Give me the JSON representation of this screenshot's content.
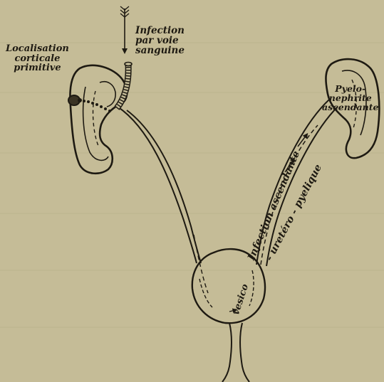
{
  "labels": {
    "left_kidney": [
      "Localisation",
      "corticale",
      "primitive"
    ],
    "blood_route": [
      "Infection",
      "par voie",
      "sanguine"
    ],
    "right_kidney": [
      "Pyelo-",
      "nephrite",
      "ascendante"
    ],
    "ascending_line1": "Infection ascendante",
    "ascending_line2": "- uretéro - pyelique",
    "bladder": "vesico"
  }
}
